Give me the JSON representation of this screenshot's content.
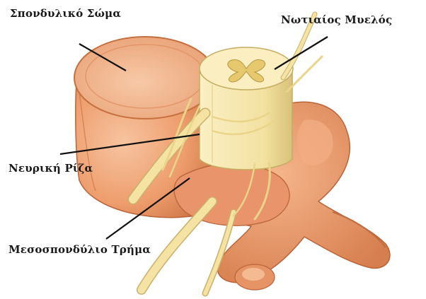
{
  "labels": {
    "vertebral_body": "Σπονδυλικό Σώμα",
    "spinal_cord": "Νωτιαίος Μυελός",
    "nerve_root": "Νευρική Ρίζα",
    "intervertebral_foramen": "Μεσοσπονδύλιο Τρήμα"
  },
  "colors": {
    "bone": "#ee9d6d",
    "bone_dark": "#c96a3e",
    "bone_light": "#f7c6a0",
    "cord": "#f4e3a3",
    "cord_shadow": "#d8c278",
    "nerve": "#f2e0a0",
    "leader": "#111111"
  }
}
